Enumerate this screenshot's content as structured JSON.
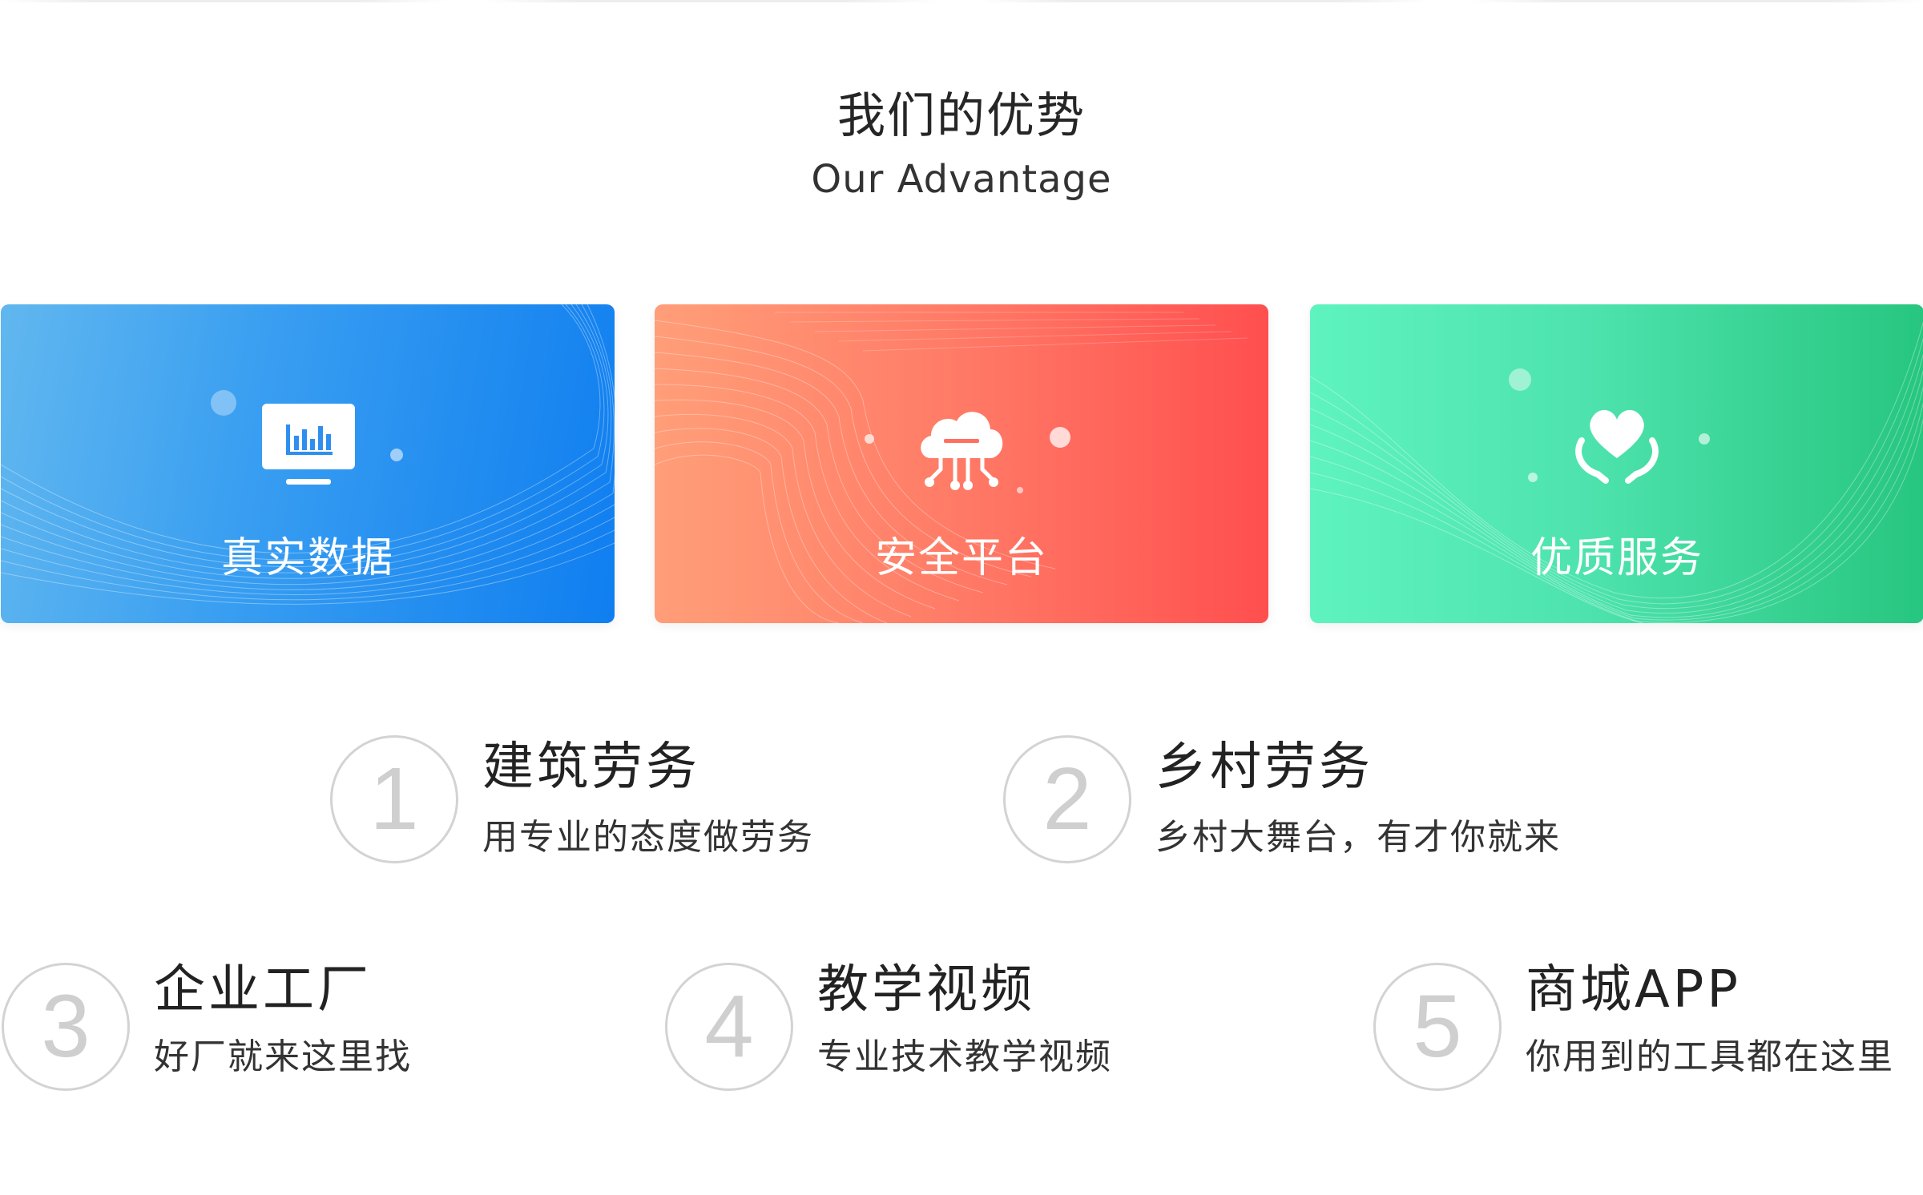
{
  "section": {
    "title_cn": "我们的优势",
    "title_en": "Our Advantage"
  },
  "cards": [
    {
      "title": "真实数据",
      "icon": "monitor-chart-icon",
      "color_from": "#61b7ef",
      "color_to": "#0f7ef0"
    },
    {
      "title": "安全平台",
      "icon": "cloud-network-icon",
      "color_from": "#ff9e78",
      "color_to": "#ff4f4f"
    },
    {
      "title": "优质服务",
      "icon": "heart-hands-icon",
      "color_from": "#5ef3bf",
      "color_to": "#27c67f"
    }
  ],
  "items": [
    {
      "number": "1",
      "title": "建筑劳务",
      "subtitle": "用专业的态度做劳务"
    },
    {
      "number": "2",
      "title": "乡村劳务",
      "subtitle": "乡村大舞台，有才你就来"
    },
    {
      "number": "3",
      "title": "企业工厂",
      "subtitle": "好厂就来这里找"
    },
    {
      "number": "4",
      "title": "教学视频",
      "subtitle": "专业技术教学视频"
    },
    {
      "number": "5",
      "title": "商城APP",
      "subtitle": "你用到的工具都在这里"
    }
  ],
  "colors": {
    "circle_border": "#d3d3d3",
    "number_text": "#cfcfcf"
  }
}
